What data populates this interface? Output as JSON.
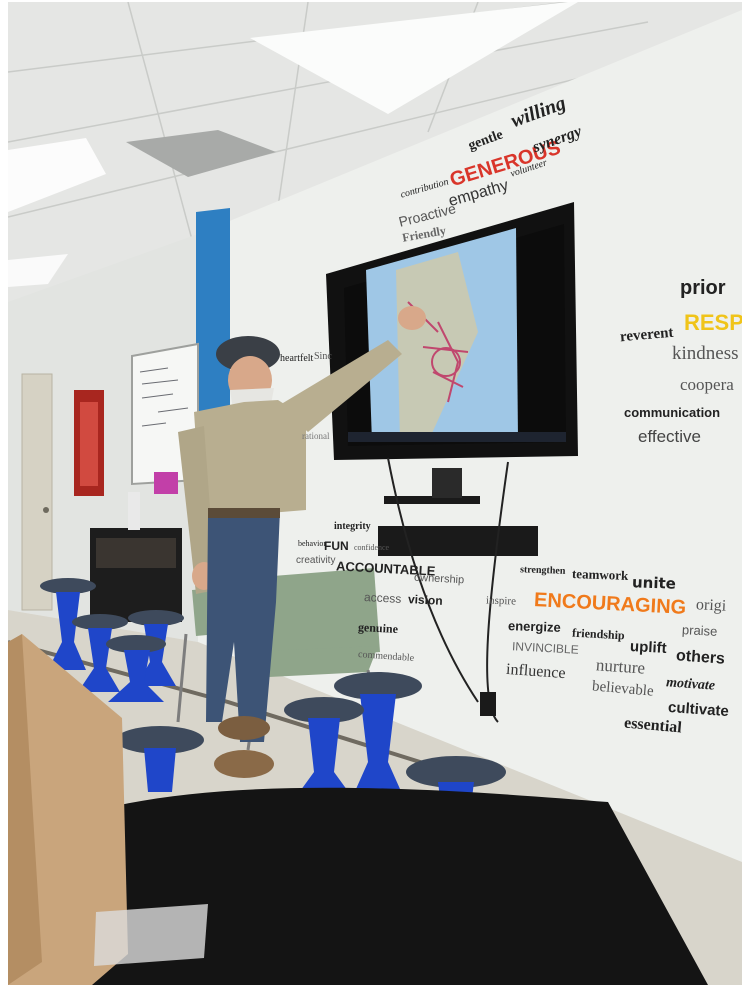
{
  "scene": {
    "description_note": "",
    "colors": {
      "ceiling": "#e7e8e6",
      "wall": "#eeefec",
      "wall_shadow": "#d9dbd8",
      "floor": "#dcd9cf",
      "accent_blue": "#2e7fc2",
      "stool_blue": "#1f46c9",
      "stool_seat": "#3e4a5c",
      "chair_green": "#8fa58a",
      "tarp": "#141414",
      "cardboard": "#c9a57c",
      "screen_frame": "#111111",
      "map_water": "#9fc7e6",
      "shirt": "#b8ae90",
      "jeans": "#3d5476",
      "cap": "#3a3f46",
      "red_word": "#d9352a",
      "orange_word": "#f07a1b",
      "yellow_word": "#f0c419",
      "dark_word": "#222222",
      "gray_word": "#555555"
    }
  },
  "wall_words": {
    "cluster_top": [
      {
        "text": "gentle",
        "style": "dark"
      },
      {
        "text": "willing",
        "style": "dark"
      },
      {
        "text": "GENEROUS",
        "style": "red"
      },
      {
        "text": "synergy",
        "style": "dark"
      },
      {
        "text": "contribution",
        "style": "dark"
      },
      {
        "text": "volunteer",
        "style": "dark"
      },
      {
        "text": "Proactive",
        "style": "gray"
      },
      {
        "text": "empathy",
        "style": "dark"
      },
      {
        "text": "Friendly",
        "style": "gray"
      }
    ],
    "cluster_right": [
      {
        "text": "prior",
        "style": "dark"
      },
      {
        "text": "reverent",
        "style": "dark"
      },
      {
        "text": "RESP",
        "style": "yellow"
      },
      {
        "text": "kindness",
        "style": "gray"
      },
      {
        "text": "coopera",
        "style": "gray"
      },
      {
        "text": "communication",
        "style": "dark"
      },
      {
        "text": "effective",
        "style": "gray"
      }
    ],
    "cluster_left": [
      {
        "text": "heartfelt",
        "style": "dark"
      },
      {
        "text": "Sinc",
        "style": "gray"
      },
      {
        "text": "rational",
        "style": "gray"
      },
      {
        "text": "integrity",
        "style": "dark"
      },
      {
        "text": "behavior",
        "style": "dark"
      },
      {
        "text": "FUN",
        "style": "dark"
      },
      {
        "text": "confidence",
        "style": "gray"
      },
      {
        "text": "creativity",
        "style": "gray"
      },
      {
        "text": "ACCOUNTABLE",
        "style": "dark"
      },
      {
        "text": "ownership",
        "style": "gray"
      },
      {
        "text": "access",
        "style": "gray"
      },
      {
        "text": "vision",
        "style": "dark"
      },
      {
        "text": "genuine",
        "style": "dark"
      },
      {
        "text": "commendable",
        "style": "gray"
      }
    ],
    "cluster_bottom": [
      {
        "text": "strengthen",
        "style": "dark"
      },
      {
        "text": "teamwork",
        "style": "dark"
      },
      {
        "text": "unite",
        "style": "dark"
      },
      {
        "text": "inspire",
        "style": "gray"
      },
      {
        "text": "ENCOURAGING",
        "style": "orange"
      },
      {
        "text": "origi",
        "style": "gray"
      },
      {
        "text": "energize",
        "style": "dark"
      },
      {
        "text": "friendship",
        "style": "dark"
      },
      {
        "text": "praise",
        "style": "gray"
      },
      {
        "text": "INVINCIBLE",
        "style": "gray"
      },
      {
        "text": "uplift",
        "style": "dark"
      },
      {
        "text": "others",
        "style": "dark"
      },
      {
        "text": "nurture",
        "style": "gray"
      },
      {
        "text": "influence",
        "style": "dark"
      },
      {
        "text": "believable",
        "style": "gray"
      },
      {
        "text": "motivate",
        "style": "dark"
      },
      {
        "text": "cultivate",
        "style": "dark"
      },
      {
        "text": "essential",
        "style": "dark"
      }
    ]
  }
}
